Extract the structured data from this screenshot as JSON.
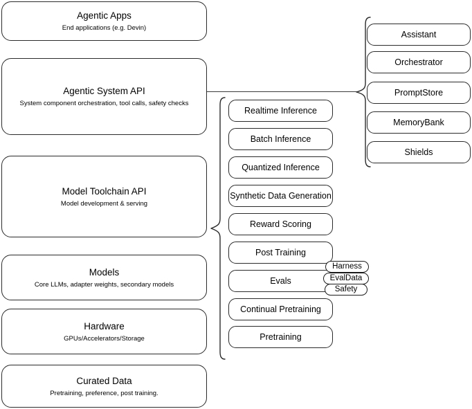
{
  "diagram": {
    "title": "Agentic stack layered architecture diagram",
    "stroke_color": "#2a2a2a",
    "background_color": "#ffffff",
    "layers": [
      {
        "id": "agentic-apps",
        "title": "Agentic Apps",
        "subtitle": "End applications (e.g. Devin)"
      },
      {
        "id": "agentic-system-api",
        "title": "Agentic System API",
        "subtitle": "System component orchestration, tool calls, safety checks"
      },
      {
        "id": "model-toolchain-api",
        "title": "Model Toolchain API",
        "subtitle": "Model development & serving"
      },
      {
        "id": "models",
        "title": "Models",
        "subtitle": "Core LLMs, adapter weights, secondary models"
      },
      {
        "id": "hardware",
        "title": "Hardware",
        "subtitle": "GPUs/Accelerators/Storage"
      },
      {
        "id": "curated-data",
        "title": "Curated Data",
        "subtitle": "Pretraining, preference, post training."
      }
    ],
    "toolchain_capabilities": [
      {
        "id": "realtime-inference",
        "label": "Realtime Inference"
      },
      {
        "id": "batch-inference",
        "label": "Batch Inference"
      },
      {
        "id": "quantized-inference",
        "label": "Quantized Inference"
      },
      {
        "id": "synthetic-data-generation",
        "label": "Synthetic Data Generation"
      },
      {
        "id": "reward-scoring",
        "label": "Reward Scoring"
      },
      {
        "id": "post-training",
        "label": "Post Training"
      },
      {
        "id": "evals",
        "label": "Evals"
      },
      {
        "id": "continual-pretraining",
        "label": "Continual Pretraining"
      },
      {
        "id": "pretraining",
        "label": "Pretraining"
      }
    ],
    "system_components": [
      {
        "id": "assistant",
        "label": "Assistant"
      },
      {
        "id": "orchestrator",
        "label": "Orchestrator"
      },
      {
        "id": "promptstore",
        "label": "PromptStore"
      },
      {
        "id": "memorybank",
        "label": "MemoryBank"
      },
      {
        "id": "shields",
        "label": "Shields"
      }
    ],
    "evals_subitems": [
      {
        "id": "harness",
        "label": "Harness"
      },
      {
        "id": "evaldata",
        "label": "EvalData"
      },
      {
        "id": "safety",
        "label": "Safety"
      }
    ]
  }
}
